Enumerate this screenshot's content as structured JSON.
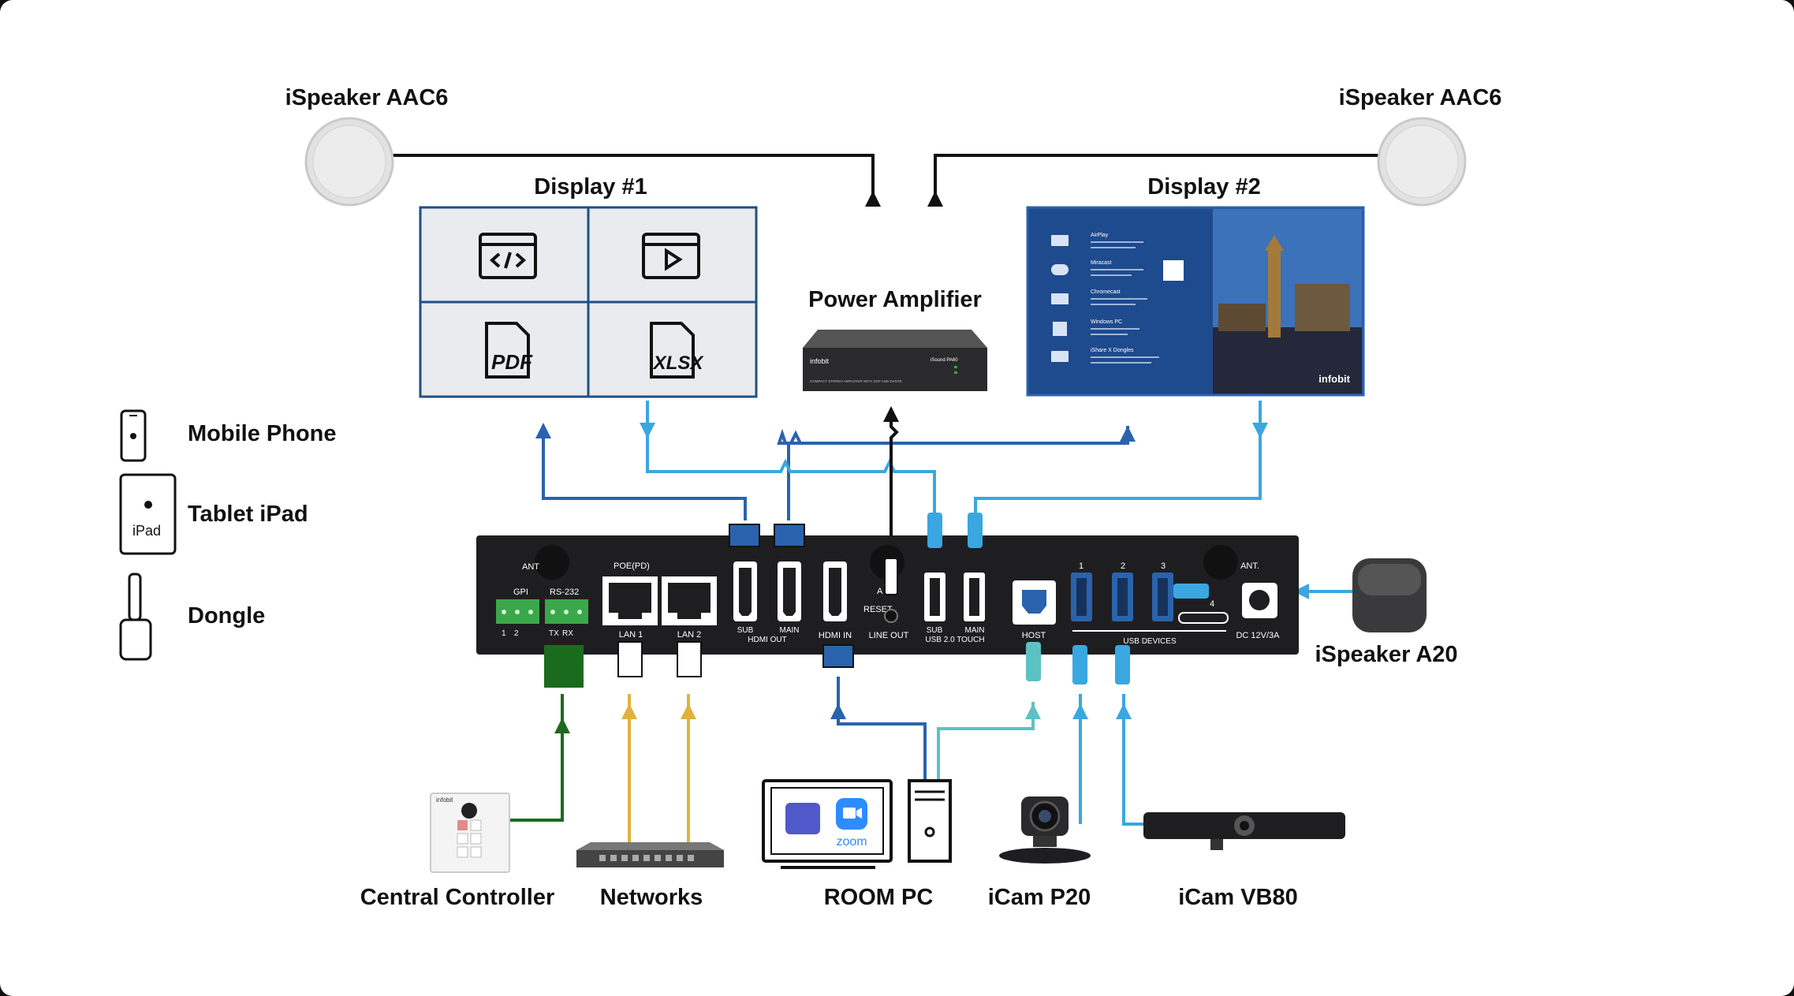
{
  "colors": {
    "background": "#111111",
    "panel": "#ffffff",
    "device_black": "#1e1e20",
    "display1_fill": "#e9ebee",
    "display1_border": "#1f4f86",
    "hdmi_blue": "#2a63ad",
    "usb_cyan": "#3aa7e0",
    "usb_teal": "#5bc2c3",
    "network_gold": "#e0b23c",
    "control_green": "#1b6b1f",
    "speaker_black": "#111111",
    "port_green": "#3aa84a"
  },
  "speakers": {
    "left_label": "iSpeaker AAC6",
    "right_label": "iSpeaker AAC6"
  },
  "displays": {
    "display1_title": "Display #1",
    "display2_title": "Display #2",
    "display1_tiles": [
      "code-window-icon",
      "video-player-icon",
      "PDF",
      "XLSX"
    ],
    "display2_brand": "infobit",
    "display2_menu": [
      "AirPlay",
      "Miracast",
      "Chromecast",
      "Windows PC",
      "iShare X Dongles"
    ]
  },
  "amplifier": {
    "label": "Power Amplifier",
    "brand": "infobit",
    "model": "iSound PA60",
    "description": "COMPACT STEREO AMPLIFIER WITH DSP AND DANTE"
  },
  "legend": {
    "items": [
      {
        "icon": "mobile-phone-icon",
        "label": "Mobile Phone"
      },
      {
        "icon": "tablet-ipad-icon",
        "label": "Tablet iPad",
        "icon_text": "iPad"
      },
      {
        "icon": "dongle-icon",
        "label": "Dongle"
      }
    ]
  },
  "hub_ports": {
    "ant_left": "ANT",
    "gpi": "GPI",
    "rs232": "RS-232",
    "pin_1": "1",
    "pin_2": "2",
    "tx": "TX",
    "rx": "RX",
    "poe": "POE(PD)",
    "lan1": "LAN 1",
    "lan2": "LAN 2",
    "hdmi_sub": "SUB",
    "hdmi_main": "MAIN",
    "hdmi_out": "HDMI OUT",
    "hdmi_in": "HDMI IN",
    "reset": "RESET",
    "line_out": "LINE OUT",
    "a_label": "A",
    "usb_sub": "SUB",
    "usb_main": "MAIN",
    "usb_touch": "USB 2.0 TOUCH",
    "host": "HOST",
    "usb_1": "1",
    "usb_2": "2",
    "usb_3": "3",
    "usb_4": "4",
    "usb_devices": "USB DEVICES",
    "ant_right": "ANT.",
    "dc": "DC 12V/3A"
  },
  "ispeaker_a20": "iSpeaker A20",
  "bottom_devices": {
    "central_controller": "Central Controller",
    "controller_brand": "infobit",
    "networks": "Networks",
    "room_pc": "ROOM PC",
    "zoom_text": "zoom",
    "icam_p20": "iCam P20",
    "icam_vb80": "iCam VB80"
  }
}
